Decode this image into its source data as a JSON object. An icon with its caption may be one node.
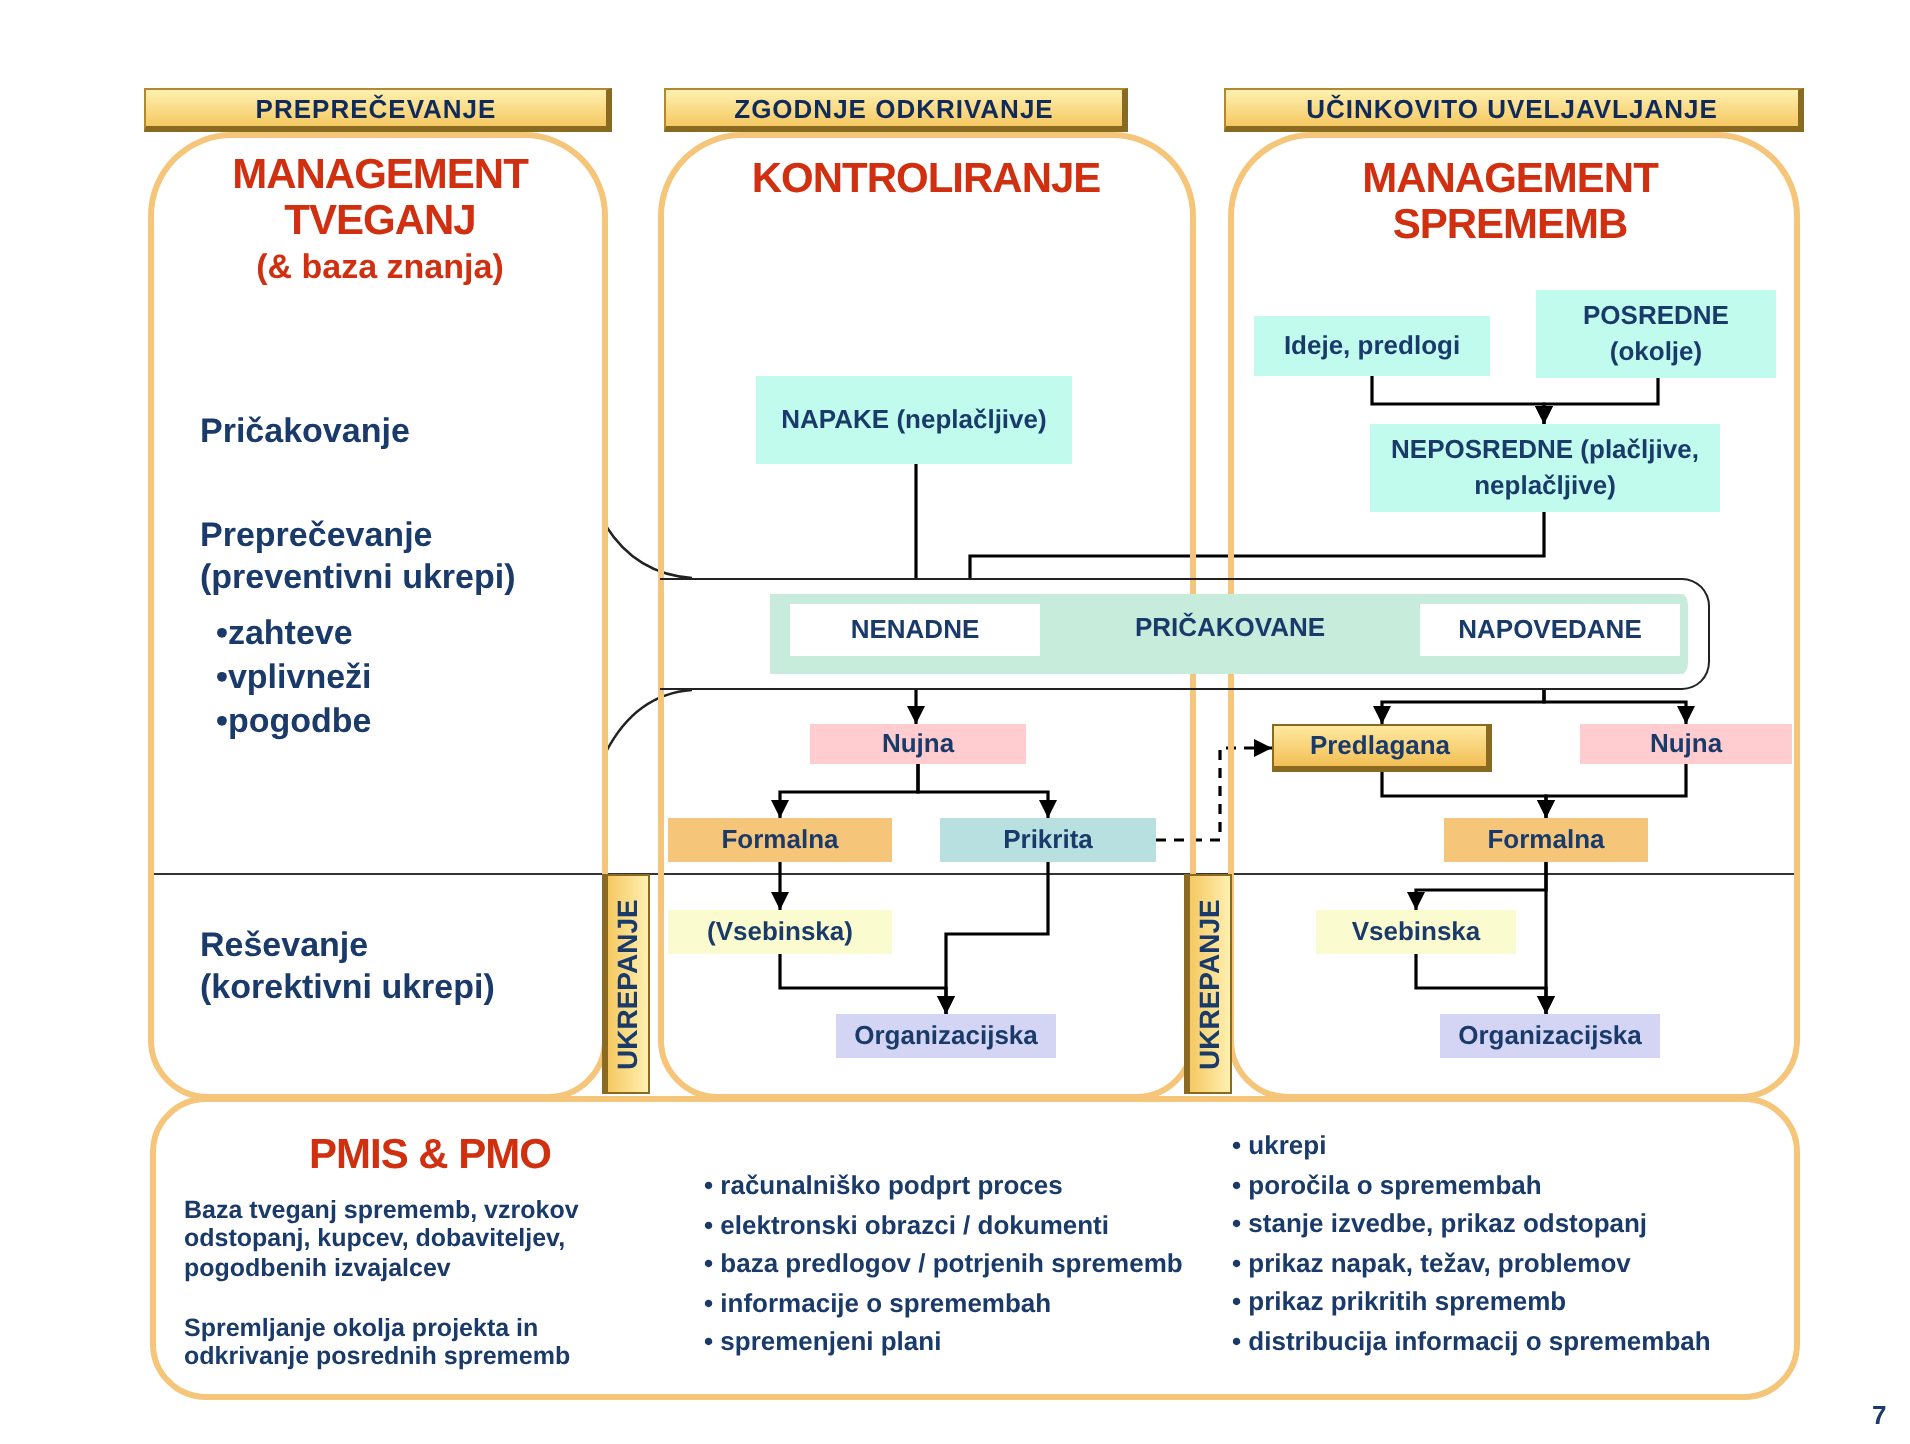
{
  "diagram": {
    "nodes": [
      {
        "text": [
          "PREPREČEVANJE",
          "MANAGEMENT TVEGANJ",
          "(& baza znanja)",
          "Pričakovanje",
          "Preprečevanje (preventivni ukrepi)",
          "•zahteve",
          "•vplivneži",
          "•pogodbe",
          "Reševanje (korektivni ukrepi)"
        ]
      },
      {
        "text": [
          "ZGODNJE ODKRIVANJE",
          "KONTROLIRANJE"
        ]
      },
      {
        "text": [
          "NAPAKE (neplačljive)"
        ],
        "in": 1
      },
      {
        "text": [
          "UČINKOVITO UVELJAVLJANJE",
          "MANAGEMENT SPREMEMB"
        ]
      },
      {
        "text": [
          "Ideje, predlogi"
        ],
        "in": 3
      },
      {
        "text": [
          "POSREDNE (okolje)"
        ],
        "in": 3
      },
      {
        "text": [
          "NEPOSREDNE (plačljive, neplačljive)"
        ],
        "in": 3
      },
      {
        "text": [
          "PRIČAKOVANE"
        ]
      },
      {
        "text": [
          "NENADNE"
        ]
      },
      {
        "text": [
          "NAPOVEDANE"
        ]
      },
      {
        "text": [
          "Nujna"
        ],
        "in": 1
      },
      {
        "text": [
          "Formalna"
        ],
        "in": 1
      },
      {
        "text": [
          "Prikrita"
        ],
        "in": 1
      },
      {
        "text": [
          "(Vsebinska)"
        ],
        "in": 1
      },
      {
        "text": [
          "Organizacijska"
        ],
        "in": 1
      },
      {
        "text": [
          "Predlagana"
        ],
        "in": 3
      },
      {
        "text": [
          "Nujna"
        ],
        "in": 3
      },
      {
        "text": [
          "Formalna"
        ],
        "in": 3
      },
      {
        "text": [
          "Vsebinska"
        ],
        "in": 3
      },
      {
        "text": [
          "Organizacijska"
        ],
        "in": 3
      },
      {
        "text": [
          "UKREPANJE"
        ]
      },
      {
        "text": [
          "UKREPANJE"
        ]
      },
      {
        "text": [
          "PMIS & PMO",
          "Baza tveganj sprememb, vzrokov odstopanj, kupcev, dobaviteljev, pogodbenih izvajalcev",
          "Spremljanje okolja projekta in odkrivanje posrednih sprememb"
        ]
      }
    ],
    "edges": [
      {
        "from": 4,
        "to": 6,
        "arrow": "to"
      },
      {
        "from": 5,
        "to": 6,
        "arrow": "to"
      },
      {
        "from": 2,
        "to": 7,
        "arrow": "none"
      },
      {
        "from": 6,
        "to": 7,
        "arrow": "none"
      },
      {
        "from": 7,
        "to": 10,
        "arrow": "to"
      },
      {
        "from": 7,
        "to": 15,
        "arrow": "to"
      },
      {
        "from": 7,
        "to": 16,
        "arrow": "to"
      },
      {
        "from": 10,
        "to": 11,
        "arrow": "to"
      },
      {
        "from": 10,
        "to": 12,
        "arrow": "to"
      },
      {
        "from": 11,
        "to": 13,
        "arrow": "to"
      },
      {
        "from": 13,
        "to": 14,
        "arrow": "to"
      },
      {
        "from": 12,
        "to": 14,
        "arrow": "to"
      },
      {
        "from": 12,
        "to": 15,
        "arrow": "to",
        "style": "dashed"
      },
      {
        "from": 15,
        "to": 17,
        "arrow": "to"
      },
      {
        "from": 16,
        "to": 17,
        "arrow": "to"
      },
      {
        "from": 17,
        "to": 18,
        "arrow": "to"
      },
      {
        "from": 17,
        "to": 19,
        "arrow": "to"
      },
      {
        "from": 18,
        "to": 19,
        "arrow": "to"
      }
    ],
    "labels": [
      "• računalniško podprt proces",
      "• elektronski obrazci / dokumenti",
      "• baza predlogov / potrjenih sprememb",
      "• informacije o spremembah",
      "• spremenjeni plani",
      "• ukrepi",
      "• poročila o spremembah",
      "• stanje izvedbe, prikaz odstopanj",
      "• prikaz napak, težav, problemov",
      "• prikaz prikritih sprememb",
      "• distribucija informacij o spremembah",
      "7"
    ]
  }
}
